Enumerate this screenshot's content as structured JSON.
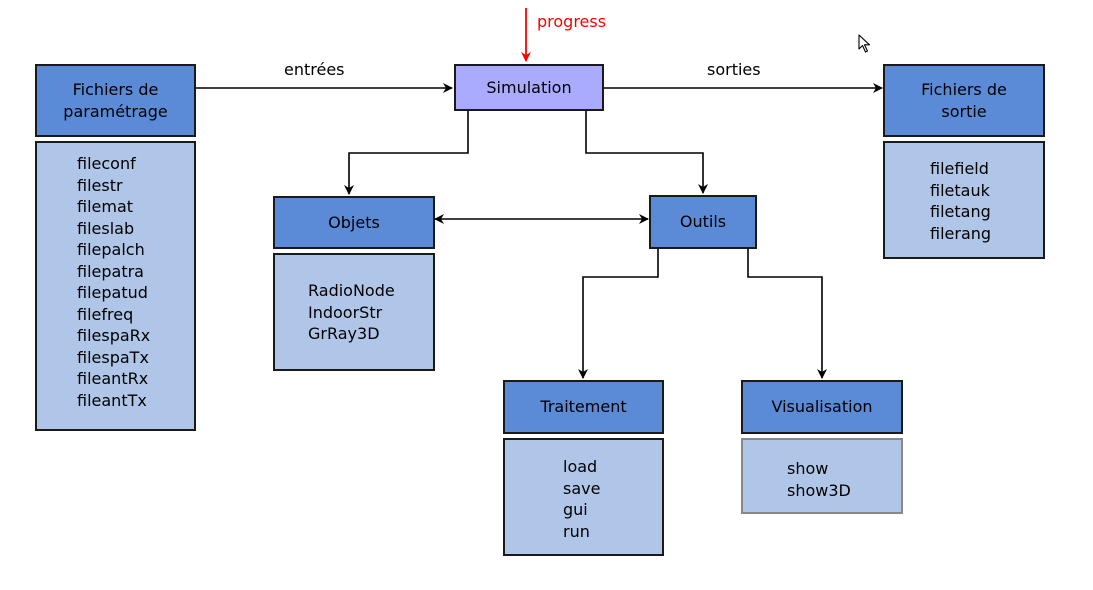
{
  "progress_label": "progress",
  "edges": {
    "inputs_label": "entrées",
    "outputs_label": "sorties"
  },
  "simulation": {
    "label": "Simulation"
  },
  "param_files": {
    "title_line1": "Fichiers de",
    "title_line2": "paramétrage",
    "items": [
      "fileconf",
      "filestr",
      "filemat",
      "fileslab",
      "filepalch",
      "filepatra",
      "filepatud",
      "filefreq",
      "filespaRx",
      "filespaTx",
      "fileantRx",
      "fileantTx"
    ]
  },
  "output_files": {
    "title_line1": "Fichiers de",
    "title_line2": "sortie",
    "items": [
      "filefield",
      "filetauk",
      "filetang",
      "filerang"
    ]
  },
  "objects": {
    "title": "Objets",
    "items": [
      "RadioNode",
      "IndoorStr",
      "GrRay3D"
    ]
  },
  "tools": {
    "title": "Outils"
  },
  "processing": {
    "title": "Traitement",
    "items": [
      "load",
      "save",
      "gui",
      "run"
    ]
  },
  "visualisation": {
    "title": "Visualisation",
    "items": [
      "show",
      "show3D"
    ]
  },
  "colors": {
    "header": "#5b8bd6",
    "list": "#b0c6e8",
    "simulation": "#aaaaff",
    "progress": "#ff0000"
  }
}
